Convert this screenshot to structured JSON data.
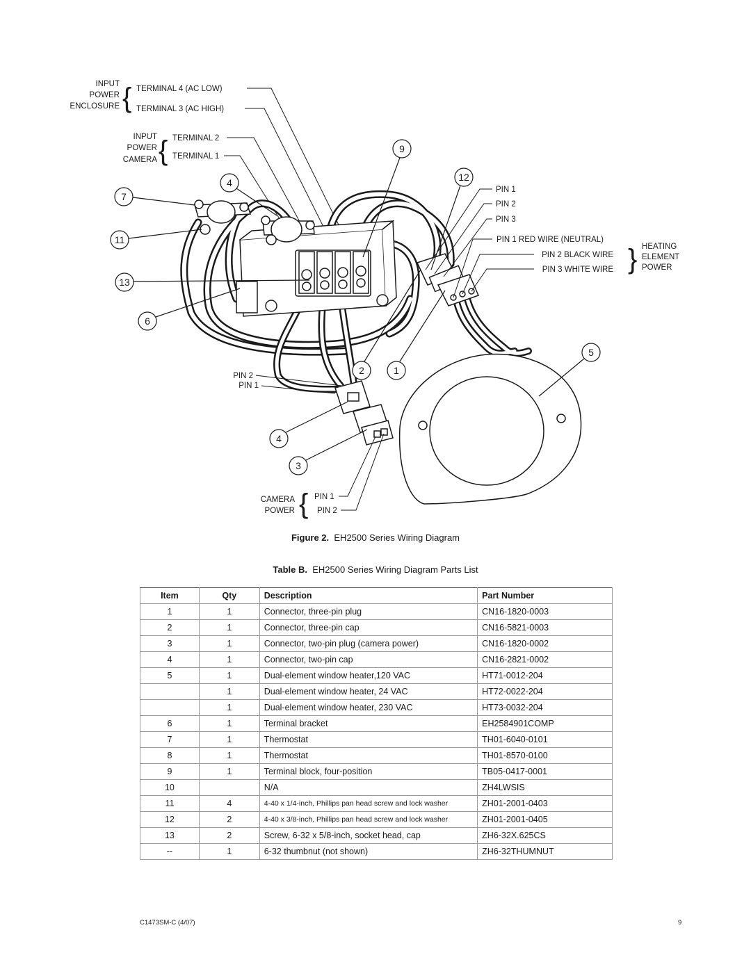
{
  "diagram": {
    "enclosure_group": {
      "label_lines": [
        "INPUT",
        "POWER",
        "ENCLOSURE"
      ],
      "terminal_low": "TERMINAL   4 (AC LOW)",
      "terminal_high": "TERMINAL   3 (AC HIGH)"
    },
    "camera_input_group": {
      "label_lines": [
        "INPUT",
        "POWER",
        "CAMERA"
      ],
      "terminal_2": "TERMINAL  2",
      "terminal_1": "TERMINAL  1"
    },
    "heater_pins": [
      "PIN 1",
      "PIN 2",
      "PIN 3"
    ],
    "heater_wires": [
      "PIN 1 RED WIRE (NEUTRAL)",
      "PIN 2 BLACK WIRE",
      "PIN 3 WHITE WIRE"
    ],
    "heating_element_label": [
      "HEATING",
      "ELEMENT",
      "POWER"
    ],
    "left_pins": [
      "PIN 2",
      "PIN 1"
    ],
    "camera_power_group": {
      "label_lines": [
        "CAMERA",
        "POWER"
      ],
      "pins": [
        "PIN 1",
        "PIN 2"
      ]
    },
    "callouts": {
      "c9": "9",
      "c12": "12",
      "c4a": "4",
      "c7": "7",
      "c11": "11",
      "c13": "13",
      "c6": "6",
      "c5": "5",
      "c2": "2",
      "c1": "1",
      "c4b": "4",
      "c3": "3"
    }
  },
  "figure_caption": {
    "label": "Figure 2.",
    "text": "EH2500 Series Wiring Diagram"
  },
  "table_caption": {
    "label": "Table B.",
    "text": "EH2500 Series Wiring Diagram Parts List"
  },
  "table": {
    "headers": [
      "Item",
      "Qty",
      "Description",
      "Part Number"
    ],
    "rows": [
      [
        "1",
        "1",
        "Connector, three-pin plug",
        "CN16-1820-0003"
      ],
      [
        "2",
        "1",
        "Connector, three-pin cap",
        "CN16-5821-0003"
      ],
      [
        "3",
        "1",
        "Connector, two-pin plug (camera power)",
        "CN16-1820-0002"
      ],
      [
        "4",
        "1",
        "Connector, two-pin cap",
        "CN16-2821-0002"
      ],
      [
        "5",
        "1",
        "Dual-element window heater,120 VAC",
        "HT71-0012-204"
      ],
      [
        "",
        "1",
        "Dual-element window heater, 24 VAC",
        "HT72-0022-204"
      ],
      [
        "",
        "1",
        "Dual-element window heater, 230 VAC",
        "HT73-0032-204"
      ],
      [
        "6",
        "1",
        "Terminal bracket",
        "EH2584901COMP"
      ],
      [
        "7",
        "1",
        "Thermostat",
        "TH01-6040-0101"
      ],
      [
        "8",
        "1",
        "Thermostat",
        "TH01-8570-0100"
      ],
      [
        "9",
        "1",
        "Terminal block,  four-position",
        "TB05-0417-0001"
      ],
      [
        "10",
        "",
        "N/A",
        "ZH4LWSIS"
      ],
      [
        "11",
        "4",
        "4-40 x 1/4-inch, Phillips pan head screw and lock washer",
        "ZH01-2001-0403"
      ],
      [
        "12",
        "2",
        "4-40 x 3/8-inch, Phillips pan head screw and lock washer",
        "ZH01-2001-0405"
      ],
      [
        "13",
        "2",
        "Screw, 6-32 x 5/8-inch, socket head, cap",
        "ZH6-32X.625CS"
      ],
      [
        "--",
        "1",
        "6-32 thumbnut (not shown)",
        "ZH6-32THUMNUT"
      ]
    ]
  },
  "footer": {
    "doc_code": "C1473SM-C (4/07)",
    "page_number": "9"
  }
}
